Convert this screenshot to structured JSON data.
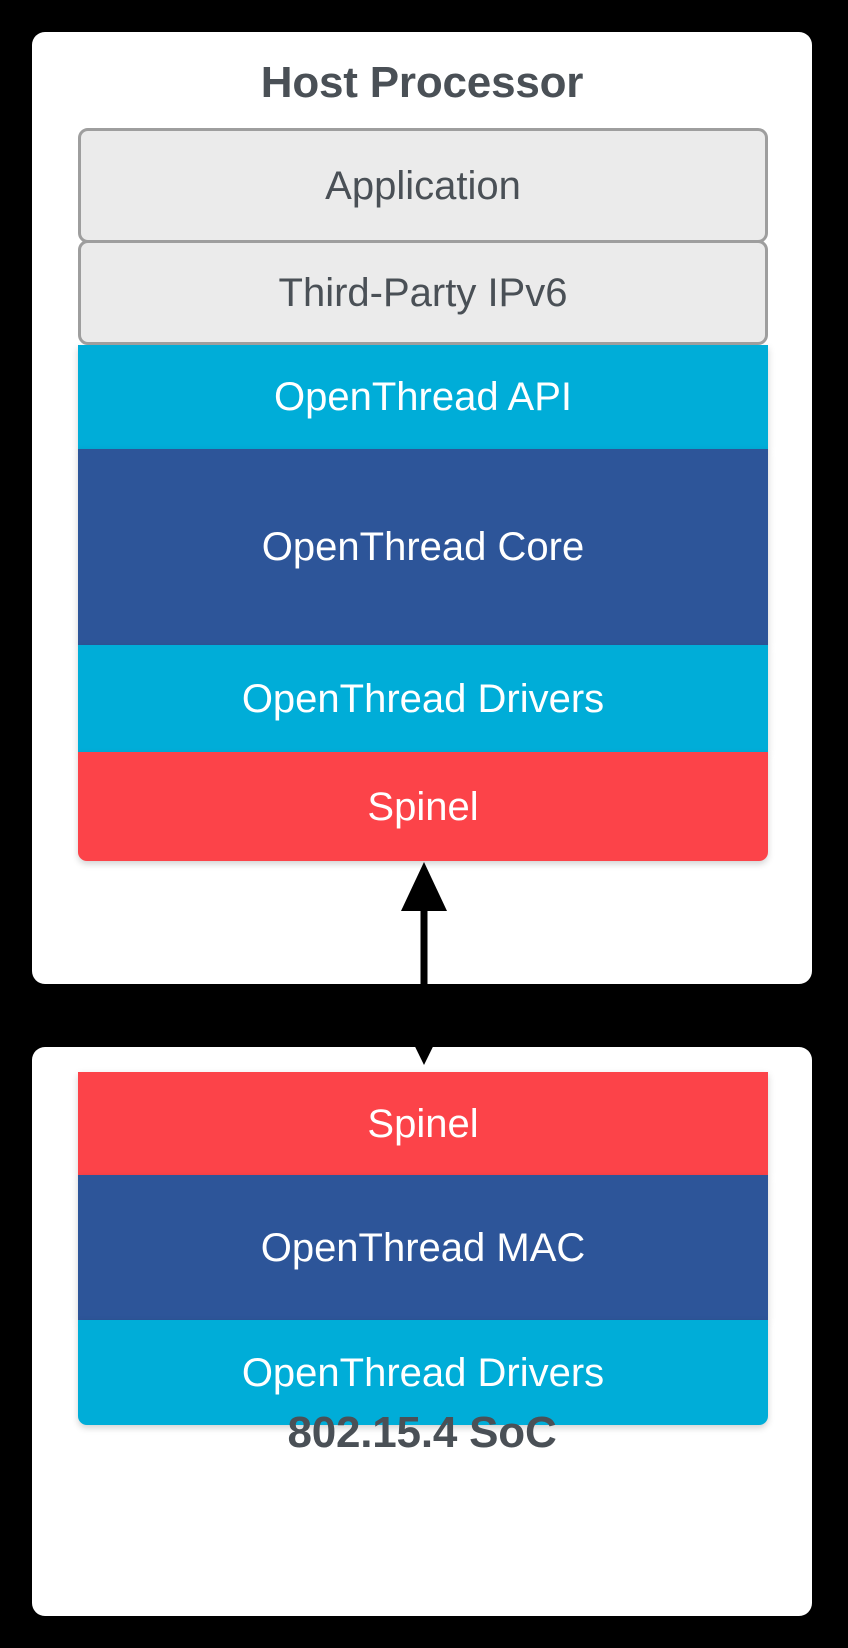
{
  "diagram": {
    "title": "OpenThread NCP / RCP architecture stack",
    "background_color": "#000000",
    "panel_color": "#ffffff",
    "caption_color": "#4a5056"
  },
  "palette": {
    "cyan": "#00add8",
    "blue": "#2d5599",
    "red": "#fc4349",
    "gray_fill": "#ebebeb",
    "gray_border": "#9e9e9e",
    "white_text": "#ffffff",
    "dark_text": "#4a5056"
  },
  "host_panel": {
    "caption": "Host Processor",
    "caption_position": "top",
    "layers": [
      {
        "label": "Application",
        "style": "gray",
        "height": 115
      },
      {
        "label": "Third-Party IPv6",
        "style": "gray",
        "height": 105
      },
      {
        "label": "OpenThread API",
        "style": "cyan",
        "height": 104
      },
      {
        "label": "OpenThread Core",
        "style": "blue",
        "height": 196
      },
      {
        "label": "OpenThread Drivers",
        "style": "cyan",
        "height": 107
      },
      {
        "label": "Spinel",
        "style": "red",
        "height": 109
      }
    ]
  },
  "soc_panel": {
    "caption": "802.15.4 SoC",
    "caption_position": "bottom",
    "layers": [
      {
        "label": "Spinel",
        "style": "red",
        "height": 103
      },
      {
        "label": "OpenThread MAC",
        "style": "blue",
        "height": 145
      },
      {
        "label": "OpenThread Drivers",
        "style": "cyan",
        "height": 105
      }
    ]
  },
  "connector": {
    "name": "spinel-link",
    "kind": "double-headed-arrow",
    "orientation": "vertical",
    "color": "#000000",
    "from": "Spinel (Host Processor)",
    "to": "Spinel (802.15.4 SoC)"
  }
}
